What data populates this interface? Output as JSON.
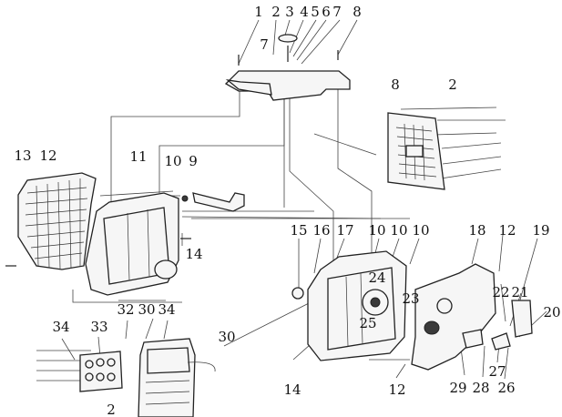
{
  "callouts": [
    "1",
    "2",
    "3",
    "4",
    "5",
    "6",
    "7",
    "7",
    "8",
    "8",
    "2",
    "13",
    "12",
    "11",
    "10",
    "9",
    "14",
    "15",
    "16",
    "17",
    "10",
    "10",
    "10",
    "18",
    "12",
    "19",
    "24",
    "23",
    "22",
    "21",
    "20",
    "25",
    "32",
    "30",
    "34",
    "33",
    "34",
    "30",
    "14",
    "12",
    "29",
    "28",
    "27",
    "26",
    "2"
  ]
}
